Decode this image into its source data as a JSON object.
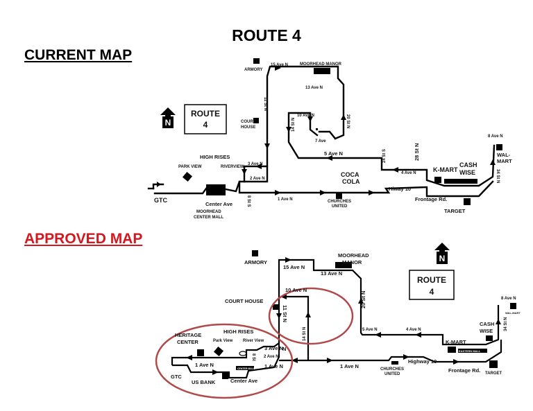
{
  "title": "ROUTE 4",
  "current_heading": "CURRENT MAP",
  "approved_heading": "APPROVED MAP",
  "colors": {
    "approved_heading": "#d4181f",
    "circle": "#b04a4a",
    "route": "#000000"
  },
  "north_label": "N",
  "current": {
    "legend_line1": "ROUTE",
    "legend_line2": "4",
    "streets": {
      "ave15": "15 Ave N",
      "ave13": "13 Ave N",
      "st11": "11 St N",
      "st10": "10 Ave N",
      "st14": "14 St N",
      "ave7": "7 Ave",
      "st20": "20 St N",
      "ave5": "5 Ave N",
      "st24": "24 St S",
      "st28": "28 St N",
      "ave4": "4 Ave N",
      "ave8": "8 Ave N",
      "st34": "34 St N",
      "ave3": "3 Ave N",
      "ave2": "2 Ave N",
      "ave1": "1 Ave N",
      "center": "Center Ave",
      "st8": "8 St S",
      "hiway": "Hiway 10",
      "frontage": "Frontage Rd."
    },
    "places": {
      "armory": "ARMORY",
      "moorhead_manor": "MOORHEAD MANOR",
      "court_house_1": "COURT",
      "court_house_2": "HOUSE",
      "high_rises": "HIGH RISES",
      "park_view": "PARK VIEW",
      "riverview": "RIVERVIEW",
      "gtc": "GTC",
      "mall_1": "MOORHEAD",
      "mall_2": "CENTER MALL",
      "coca_1": "COCA",
      "coca_2": "COLA",
      "churches_1": "CHURCHES",
      "churches_2": "UNITED",
      "kmart": "K-MART",
      "cash_1": "CASH",
      "cash_2": "WISE",
      "walmart_1": "WAL-",
      "walmart_2": "MART",
      "target": "TARGET"
    }
  },
  "approved": {
    "legend_line1": "ROUTE",
    "legend_line2": "4",
    "streets": {
      "ave15": "15 Ave N",
      "ave13": "13 Ave N",
      "ave10": "10 Ave N",
      "st11": "11 St N",
      "st14": "14 St N",
      "st20": "20 St N",
      "ave5": "5 Ave N",
      "ave4": "4 Ave N",
      "ave8": "8 Ave N",
      "st34": "34 St N",
      "ave3": "3 Ave N",
      "ave2": "2 Ave N",
      "n": "N",
      "ave1_left": "1 Ave N",
      "ave1_mid": "1 Ave N",
      "ave1_right": "1 Ave N",
      "center": "Center Ave",
      "st8": "8 St",
      "highway": "Highway 10",
      "frontage": "Frontage Rd."
    },
    "places": {
      "armory": "ARMORY",
      "manor_1": "MOORHEAD",
      "manor_2": "MANOR",
      "court_house": "COURT HOUSE",
      "heritage_1": "HERITAGE",
      "heritage_2": "CENTER",
      "high_rises": "HIGH RISES",
      "park_view": "Park View",
      "river_view": "River View",
      "gtc": "GTC",
      "us_bank": "US BANK",
      "center_mall": "CENTER MALL",
      "churches_1": "CHURCHES",
      "churches_2": "UNITED",
      "kmart": "K-MART",
      "eastern_mall": "EASTERN MALL",
      "cash_1": "CASH",
      "cash_2": "WISE",
      "walmart": "WAL-MART",
      "target": "TARGET"
    }
  }
}
